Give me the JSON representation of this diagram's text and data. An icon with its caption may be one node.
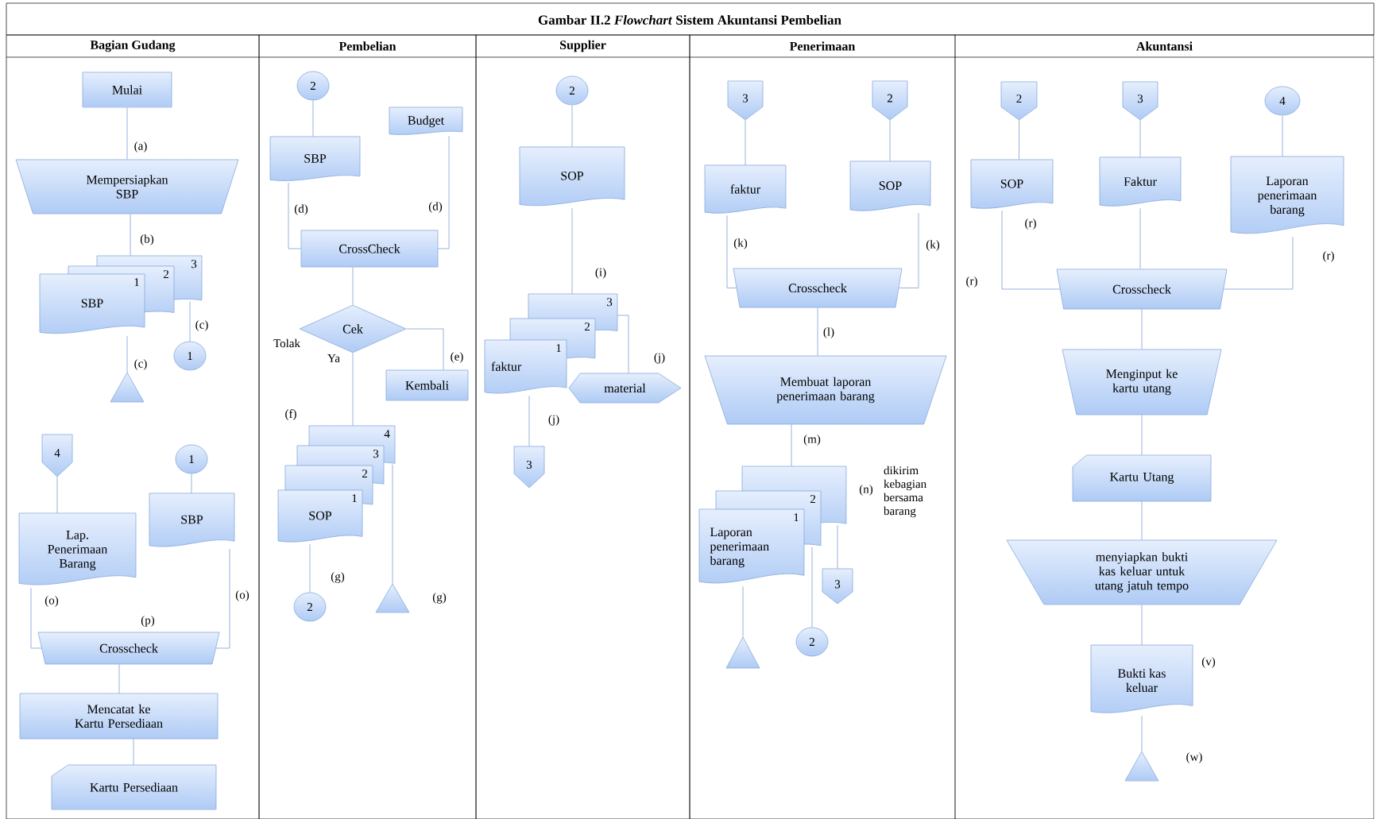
{
  "diagram": {
    "title": "Gambar II.2 *Flowchart* Sistem Akuntansi Pembelian",
    "nodes": [
      {
        "text": [
          "Bagian Gudang"
        ]
      },
      {
        "text": [
          "Pembelian"
        ]
      },
      {
        "text": [
          "Supplier"
        ]
      },
      {
        "text": [
          "Penerimaan"
        ]
      },
      {
        "text": [
          "Akuntansi"
        ]
      },
      {
        "text": [
          "Mulai"
        ],
        "in": 0
      },
      {
        "text": [
          "Mempersiapkan SBP"
        ],
        "in": 0
      },
      {
        "text": [
          "SBP",
          "1",
          "2",
          "3"
        ],
        "in": 0
      },
      {
        "text": [
          "1"
        ],
        "in": 0
      },
      {
        "text": [],
        "shape": "triangle",
        "in": 0
      },
      {
        "text": [
          "4"
        ],
        "in": 0
      },
      {
        "text": [
          "1"
        ],
        "in": 0
      },
      {
        "text": [
          "Lap. Penerimaan Barang"
        ],
        "in": 0
      },
      {
        "text": [
          "SBP"
        ],
        "in": 0
      },
      {
        "text": [
          "Crosscheck"
        ],
        "in": 0
      },
      {
        "text": [
          "Mencatat ke Kartu Persediaan"
        ],
        "in": 0
      },
      {
        "text": [
          "Kartu Persediaan"
        ],
        "in": 0
      },
      {
        "text": [
          "2"
        ],
        "in": 1
      },
      {
        "text": [
          "SBP"
        ],
        "in": 1
      },
      {
        "text": [
          "Budget"
        ],
        "in": 1
      },
      {
        "text": [
          "CrossCheck"
        ],
        "in": 1
      },
      {
        "text": [
          "Cek"
        ],
        "in": 1
      },
      {
        "text": [
          "Kembali"
        ],
        "in": 1
      },
      {
        "text": [
          "SOP",
          "1",
          "2",
          "3",
          "4"
        ],
        "beside": [
          "(f)"
        ],
        "in": 1
      },
      {
        "text": [
          "2"
        ],
        "in": 1
      },
      {
        "text": [],
        "shape": "triangle",
        "in": 1
      },
      {
        "text": [
          "2"
        ],
        "in": 2
      },
      {
        "text": [
          "SOP"
        ],
        "in": 2
      },
      {
        "text": [
          "faktur",
          "1",
          "2",
          "3"
        ],
        "in": 2
      },
      {
        "text": [
          "material"
        ],
        "in": 2
      },
      {
        "text": [
          "3"
        ],
        "in": 2
      },
      {
        "text": [
          "3"
        ],
        "in": 3
      },
      {
        "text": [
          "2"
        ],
        "in": 3
      },
      {
        "text": [
          "faktur"
        ],
        "in": 3
      },
      {
        "text": [
          "SOP"
        ],
        "in": 3
      },
      {
        "text": [
          "Crosscheck"
        ],
        "in": 3
      },
      {
        "text": [
          "Membuat laporan penerimaan barang"
        ],
        "in": 3
      },
      {
        "text": [
          "Laporan penerimaan barang",
          "1",
          "2"
        ],
        "in": 3
      },
      {
        "text": [
          "3"
        ],
        "in": 3
      },
      {
        "text": [
          "2"
        ],
        "in": 3
      },
      {
        "text": [],
        "shape": "triangle",
        "in": 3
      },
      {
        "text": [
          "2"
        ],
        "in": 4
      },
      {
        "text": [
          "3"
        ],
        "in": 4
      },
      {
        "text": [
          "4"
        ],
        "in": 4
      },
      {
        "text": [
          "SOP"
        ],
        "beside": [
          "(r)"
        ],
        "in": 4
      },
      {
        "text": [
          "Faktur"
        ],
        "in": 4
      },
      {
        "text": [
          "Laporan penerimaan barang"
        ],
        "in": 4
      },
      {
        "text": [
          "Crosscheck"
        ],
        "in": 4
      },
      {
        "text": [
          "Menginput ke kartu utang"
        ],
        "in": 4
      },
      {
        "text": [
          "Kartu Utang"
        ],
        "in": 4
      },
      {
        "text": [
          "menyiapkan bukti kas keluar untuk utang jatuh tempo"
        ],
        "in": 4
      },
      {
        "text": [
          "Bukti kas keluar"
        ],
        "beside": [
          "(v)"
        ],
        "in": 4
      },
      {
        "text": [],
        "shape": "triangle",
        "in": 4
      }
    ],
    "edges": [
      {
        "from": 5,
        "to": 6,
        "arrow": "none",
        "label": "(a)"
      },
      {
        "from": 6,
        "to": 7,
        "arrow": "none",
        "label": "(b)"
      },
      {
        "from": 7,
        "to": 8,
        "arrow": "none",
        "label": "(c)"
      },
      {
        "from": 7,
        "to": 9,
        "arrow": "none",
        "label": "(c)"
      },
      {
        "from": 10,
        "to": 12,
        "arrow": "none"
      },
      {
        "from": 11,
        "to": 13,
        "arrow": "none"
      },
      {
        "from": 12,
        "to": 14,
        "arrow": "none",
        "label": "(o)"
      },
      {
        "from": 13,
        "to": 14,
        "arrow": "none",
        "label": "(o)"
      },
      {
        "from": 14,
        "to": 15,
        "arrow": "none"
      },
      {
        "from": 15,
        "to": 16,
        "arrow": "none"
      },
      {
        "from": 17,
        "to": 18,
        "arrow": "none"
      },
      {
        "from": 18,
        "to": 20,
        "arrow": "none",
        "label": "(d)"
      },
      {
        "from": 19,
        "to": 20,
        "arrow": "none",
        "label": "(d)"
      },
      {
        "from": 20,
        "to": 21,
        "arrow": "none"
      },
      {
        "from": 21,
        "to": 22,
        "arrow": "none",
        "label": "(e)"
      },
      {
        "from": 21,
        "to": 23,
        "arrow": "none",
        "label": "Ya"
      },
      {
        "from": 23,
        "to": 24,
        "arrow": "none",
        "label": "(g)"
      },
      {
        "from": 23,
        "to": 25,
        "arrow": "none",
        "label": "(g)"
      },
      {
        "from": 26,
        "to": 27,
        "arrow": "none"
      },
      {
        "from": 27,
        "to": 28,
        "arrow": "none",
        "label": "(i)"
      },
      {
        "from": 28,
        "to": 29,
        "arrow": "none",
        "label": "(j)"
      },
      {
        "from": 28,
        "to": 30,
        "arrow": "none",
        "label": "(j)"
      },
      {
        "from": 31,
        "to": 33,
        "arrow": "none"
      },
      {
        "from": 32,
        "to": 34,
        "arrow": "none"
      },
      {
        "from": 33,
        "to": 35,
        "arrow": "none",
        "label": "(k)"
      },
      {
        "from": 34,
        "to": 35,
        "arrow": "none",
        "label": "(k)"
      },
      {
        "from": 35,
        "to": 36,
        "arrow": "none",
        "label": "(l)"
      },
      {
        "from": 36,
        "to": 37,
        "arrow": "none",
        "label": "(m)"
      },
      {
        "from": 37,
        "to": 38,
        "arrow": "none",
        "label": "(n)"
      },
      {
        "from": 37,
        "to": 39,
        "arrow": "none"
      },
      {
        "from": 37,
        "to": 40,
        "arrow": "none"
      },
      {
        "from": 41,
        "to": 44,
        "arrow": "none"
      },
      {
        "from": 42,
        "to": 45,
        "arrow": "none"
      },
      {
        "from": 43,
        "to": 46,
        "arrow": "none"
      },
      {
        "from": 44,
        "to": 47,
        "arrow": "none",
        "label": "(r)"
      },
      {
        "from": 45,
        "to": 47,
        "arrow": "none"
      },
      {
        "from": 46,
        "to": 47,
        "arrow": "none",
        "label": "(r)"
      },
      {
        "from": 47,
        "to": 48,
        "arrow": "none"
      },
      {
        "from": 48,
        "to": 49,
        "arrow": "none"
      },
      {
        "from": 49,
        "to": 50,
        "arrow": "none"
      },
      {
        "from": 50,
        "to": 51,
        "arrow": "none"
      },
      {
        "from": 51,
        "to": 52,
        "arrow": "none",
        "label": "(w)"
      }
    ],
    "labels": [
      "(p)",
      "Tolak",
      "dikirim kebagian bersama barang"
    ]
  }
}
